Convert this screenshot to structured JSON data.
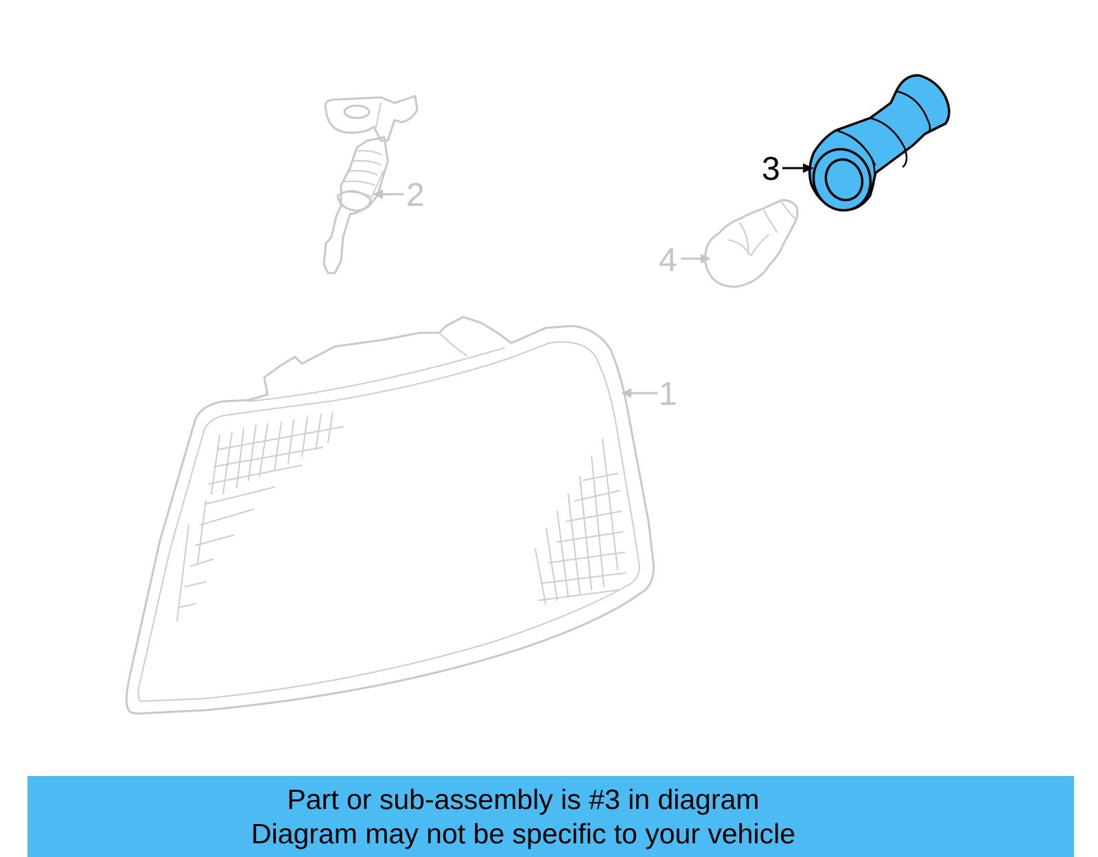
{
  "diagram": {
    "callouts": {
      "part_1": "1",
      "part_2": "2",
      "part_3": "3",
      "part_4": "4"
    },
    "highlighted_part": "3",
    "colors": {
      "highlight_fill": "#4dbbf3",
      "ghost_stroke": "#c8c8c8",
      "banner_background": "#4dbbf3"
    }
  },
  "banner": {
    "line1": "Part or sub-assembly is #3 in diagram",
    "line2": "Diagram may not be specific to your vehicle"
  }
}
